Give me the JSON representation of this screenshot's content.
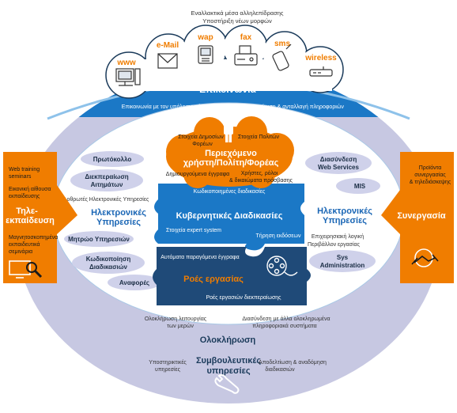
{
  "top_note": {
    "line1": "Εναλλακτικά μέσα αλληλεπίδρασης",
    "line2": "Υποστήριξη νέων μορφών"
  },
  "channels": [
    {
      "label": "www",
      "icon": "monitor-icon"
    },
    {
      "label": "e-Mail",
      "icon": "envelope-icon"
    },
    {
      "label": "wap",
      "icon": "mobile-device-icon"
    },
    {
      "label": "fax",
      "icon": "fax-machine-icon"
    },
    {
      "label": "sms",
      "icon": "mobile-phone-icon"
    },
    {
      "label": "wireless",
      "icon": "router-icon"
    }
  ],
  "communication": {
    "title": "Επικοινωνία",
    "left_note": "Επικοινωνία με τον υπόλοιπο κόσμο",
    "right_note": "Δημοσίευση & ανταλλαγή πληροφοριών"
  },
  "content": {
    "title_line1": "Περιεχόμενο",
    "title_line2": "χρήστη/Πολίτη/Φορέας",
    "note_left_1": "Στοιχεία Δημοσίων",
    "note_left_2": "Φορέων",
    "note_right": "Στοιχεία Πολιτών",
    "note_bottom_left": "Δημιουργούμενα έγγραφα",
    "note_bottom_right_1": "Χρήστες, ρόλοι",
    "note_bottom_right_2": "& δικαιώματα πρόσβασης"
  },
  "left_services": {
    "pill1": "Πρωτόκολλο",
    "pill2_line1": "Διεκπεραίωση",
    "pill2_line2": "Αιτημάτων",
    "note": "Αρθρωτές Ηλεκτρονικές Υπηρεσίες",
    "title_line1": "Ηλεκτρονικές",
    "title_line2": "Υπηρεσίες",
    "pill3": "Μητρώο Υπηρεσιών",
    "pill4_line1": "Κωδικοποίηση",
    "pill4_line2": "Διαδικασιών",
    "pill5": "Αναφορές"
  },
  "right_services": {
    "pill1_line1": "Διασύνδεση",
    "pill1_line2": "Web Services",
    "pill2": "MIS",
    "title_line1": "Ηλεκτρονικές",
    "title_line2": "Υπηρεσίες",
    "note1": "Επιχειρησιακή λογική",
    "note2": "Περιβάλλον εργασίας",
    "pill3_line1": "Sys",
    "pill3_line2": "Administration"
  },
  "gov_procedures": {
    "top_note": "Κωδικοποιημένες διαδικασίες",
    "title": "Κυβερνητικές Διαδικασίες",
    "note_left": "Στοιχεία expert system",
    "note_right": "Τήρηση εκδόσεων"
  },
  "workflows": {
    "top_note": "Αυτόματα παραγόμενα έγγραφα",
    "title": "Ροές εργασίας",
    "bottom_note": "Ροές εργασιών διεκπεραίωσης"
  },
  "tele_education": {
    "note1_line1": "Web training",
    "note1_line2": "seminars",
    "note2_line1": "Εικονική αίθουσα",
    "note2_line2": "εκπαίδευσης",
    "title_line1": "Τηλε-",
    "title_line2": "εκπαίδευση",
    "note3_line1": "Μαγνητοσκοπημένα",
    "note3_line2": "εκπαιδευτικά",
    "note3_line3": "σεμινάρια"
  },
  "cooperation": {
    "note_line1": "Προϊόντα",
    "note_line2": "συνεργασίας",
    "note_line3": "& τηλεδιάσκεψης",
    "title": "Συνεργασία"
  },
  "integration": {
    "left_line1": "Ολοκλήρωση λειτουργίας",
    "left_line2": "των μερών",
    "right_line1": "Διασύνδεση με άλλα ολοκληρωμένα",
    "right_line2": "πληροφοριακά συστήματα",
    "title": "Ολοκλήρωση"
  },
  "consulting": {
    "left_line1": "Υποστηρικτικές",
    "left_line2": "υπηρεσίες",
    "title_line1": "Συμβουλευτικές",
    "title_line2": "υπηρεσίες",
    "right_line1": "Αποδελτίωση & αναδόμηση",
    "right_line2": "διαδικασιών"
  },
  "colors": {
    "orange": "#f07d00",
    "blue": "#1a7ac9",
    "dark_blue": "#1f4a78",
    "lavender": "#c9c9e3",
    "pill": "#cfd1ea"
  }
}
